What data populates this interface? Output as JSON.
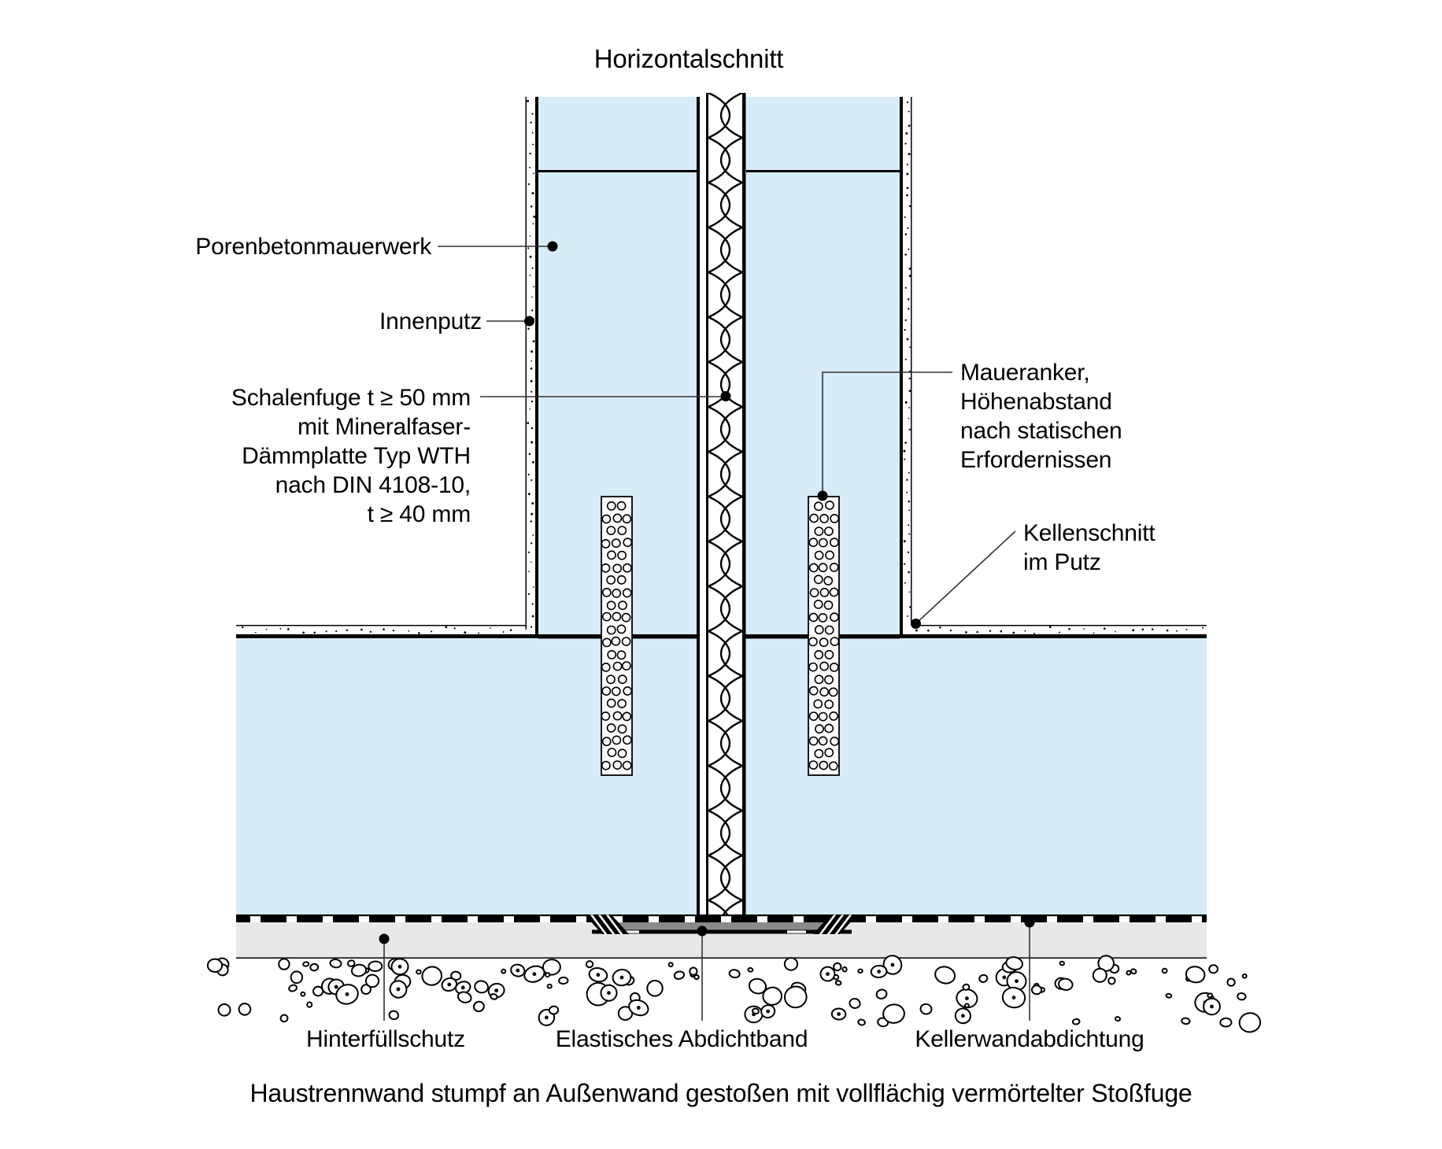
{
  "title": "Horizontalschnitt",
  "labels": {
    "porenbeton": "Porenbetonmauerwerk",
    "innenputz": "Innenputz",
    "schalenfuge": "Schalenfuge t ≥ 50 mm\nmit Mineralfaser-\nDämmplatte Typ WTH\nnach DIN 4108-10,\nt ≥ 40 mm",
    "maueranker": "Maueranker,\nHöhenabstand\nnach statischen\nErfordernissen",
    "kellenschnitt": "Kellenschnitt\nim Putz",
    "hinterfuellschutz": "Hinterfüllschutz",
    "abdichtband": "Elastisches Abdichtband",
    "kellerwandabdichtung": "Kellerwandabdichtung"
  },
  "caption": "Haustrennwand stumpf an Außenwand gestoßen mit vollflächig vermörtelter Stoßfuge",
  "colors": {
    "wall_fill": "#d7ecf8",
    "protection_board": "#e8e8e8",
    "sealing_tape": "#8a8a8a",
    "line": "#000000"
  }
}
